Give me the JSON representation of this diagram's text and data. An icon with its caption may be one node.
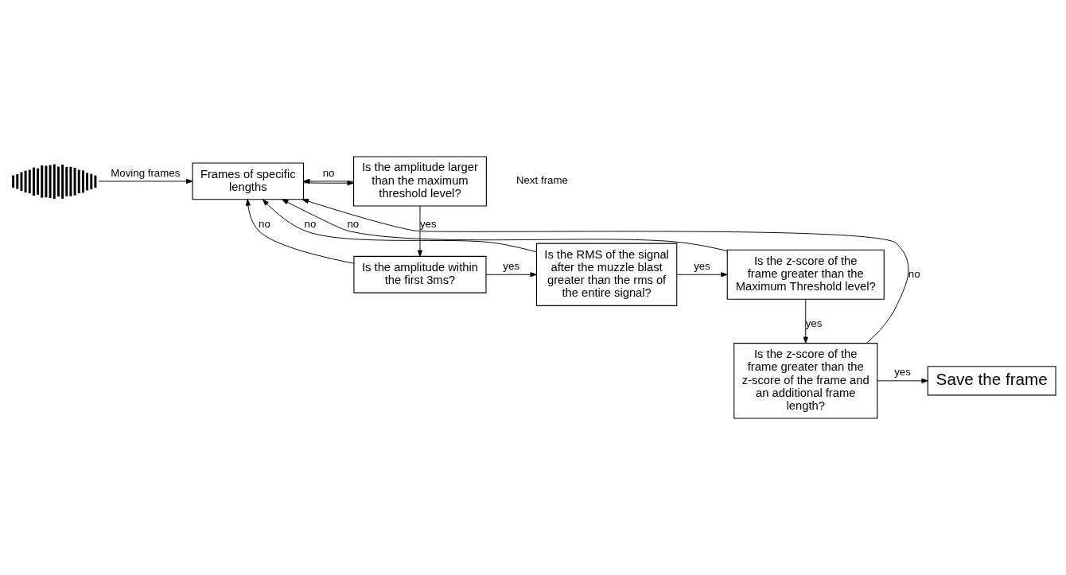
{
  "diagram": {
    "nodes": [
      {
        "text": [],
        "shape": "picture"
      },
      {
        "text": [
          "Frames of specific lengths"
        ]
      },
      {
        "text": [
          "Is the amplitude larger than the maximum threshold level?"
        ]
      },
      {
        "text": [
          "Is the amplitude within the first 3ms?"
        ]
      },
      {
        "text": [
          "Is the RMS of the signal after the muzzle blast greater than the rms of the entire signal?"
        ]
      },
      {
        "text": [
          "Is the z-score of the frame greater than the Maximum Threshold level?"
        ]
      },
      {
        "text": [
          "Is the z-score of the frame greater than the z-score of the frame and an additional frame length?"
        ]
      },
      {
        "text": [
          "Save the frame"
        ]
      }
    ],
    "edges": [
      {
        "from": 0,
        "to": 1,
        "arrow": "to",
        "label": "Moving frames"
      },
      {
        "from": 1,
        "to": 2,
        "arrow": "to"
      },
      {
        "from": 2,
        "to": 1,
        "arrow": "to",
        "label": "no"
      },
      {
        "from": 2,
        "to": 3,
        "arrow": "to",
        "label": "yes"
      },
      {
        "from": 3,
        "to": 1,
        "arrow": "to",
        "label": "no"
      },
      {
        "from": 3,
        "to": 4,
        "arrow": "to",
        "label": "yes"
      },
      {
        "from": 4,
        "to": 1,
        "arrow": "to",
        "label": "no"
      },
      {
        "from": 4,
        "to": 5,
        "arrow": "to",
        "label": "yes"
      },
      {
        "from": 5,
        "to": 1,
        "arrow": "to",
        "label": "no"
      },
      {
        "from": 5,
        "to": 6,
        "arrow": "to",
        "label": "yes"
      },
      {
        "from": 6,
        "to": 1,
        "arrow": "to",
        "label": "no"
      },
      {
        "from": 6,
        "to": 7,
        "arrow": "to",
        "label": "yes"
      }
    ],
    "labels": [
      "Next frame"
    ]
  }
}
